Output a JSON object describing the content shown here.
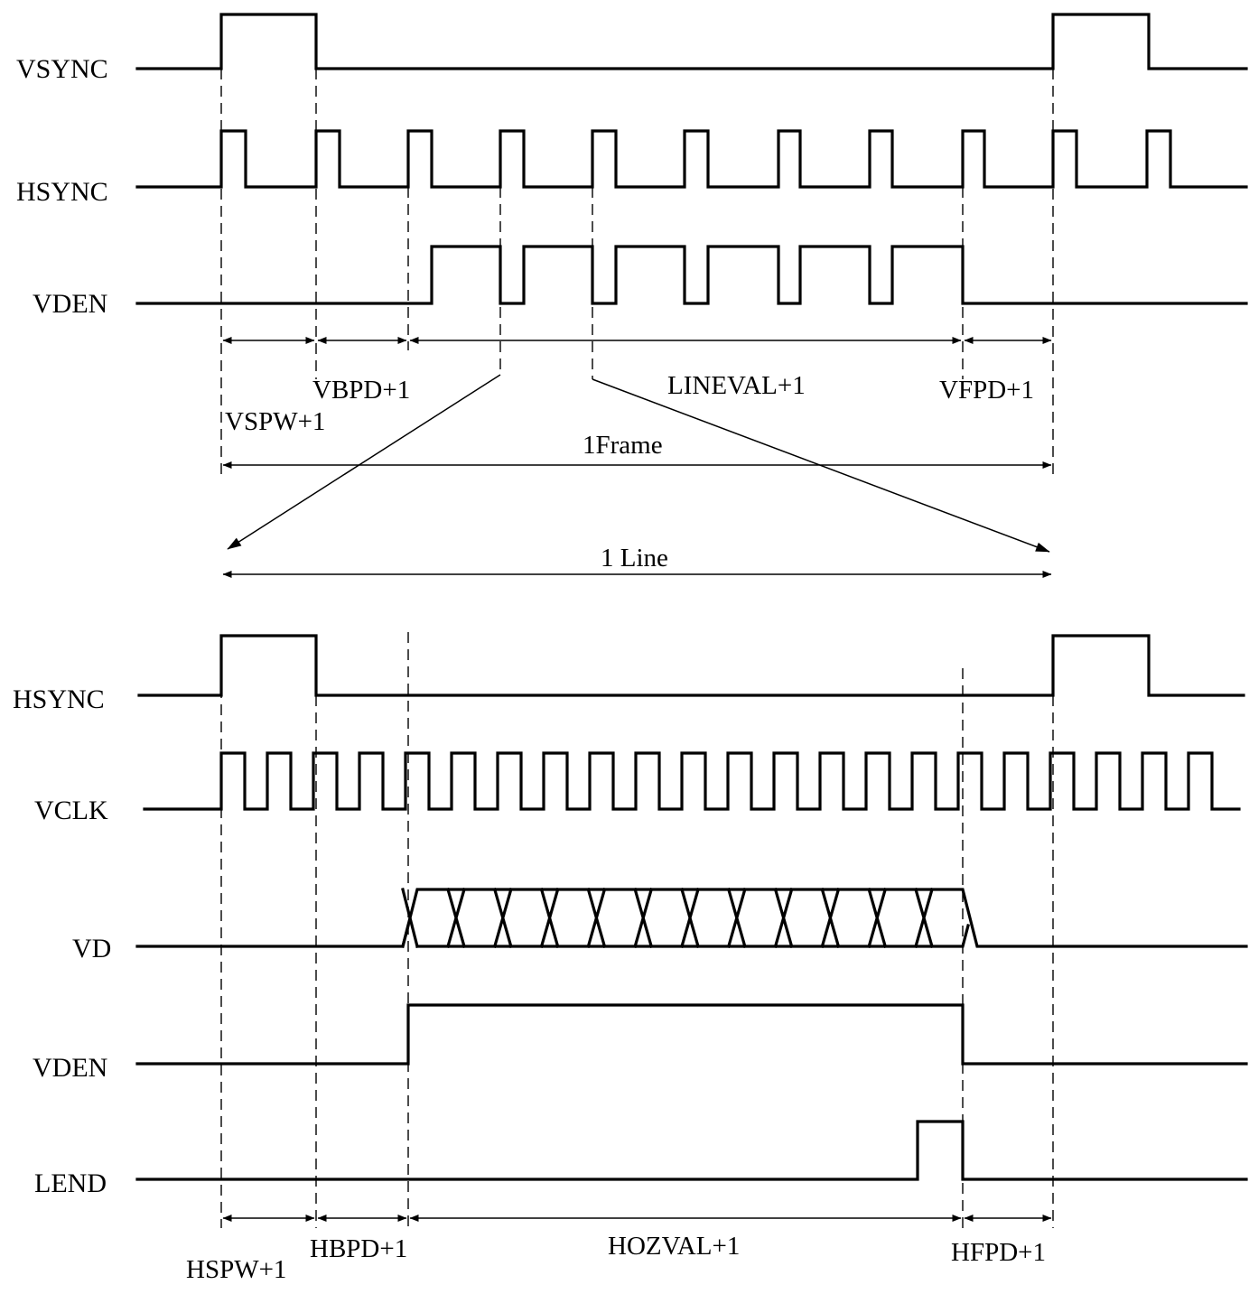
{
  "frame_section": {
    "signals": {
      "vsync": "VSYNC",
      "hsync": "HSYNC",
      "vden": "VDEN"
    },
    "intervals": {
      "vspw": "VSPW+1",
      "vbpd": "VBPD+1",
      "lineval": "LINEVAL+1",
      "vfpd": "VFPD+1",
      "frame": "1Frame"
    }
  },
  "line_section": {
    "title": "1 Line",
    "signals": {
      "hsync": "HSYNC",
      "vclk": "VCLK",
      "vd": "VD",
      "vden": "VDEN",
      "lend": "LEND"
    },
    "intervals": {
      "hspw": "HSPW+1",
      "hbpd": "HBPD+1",
      "hozval": "HOZVAL+1",
      "hfpd": "HFPD+1"
    }
  },
  "colors": {
    "line": "#000000",
    "background": "#ffffff"
  }
}
